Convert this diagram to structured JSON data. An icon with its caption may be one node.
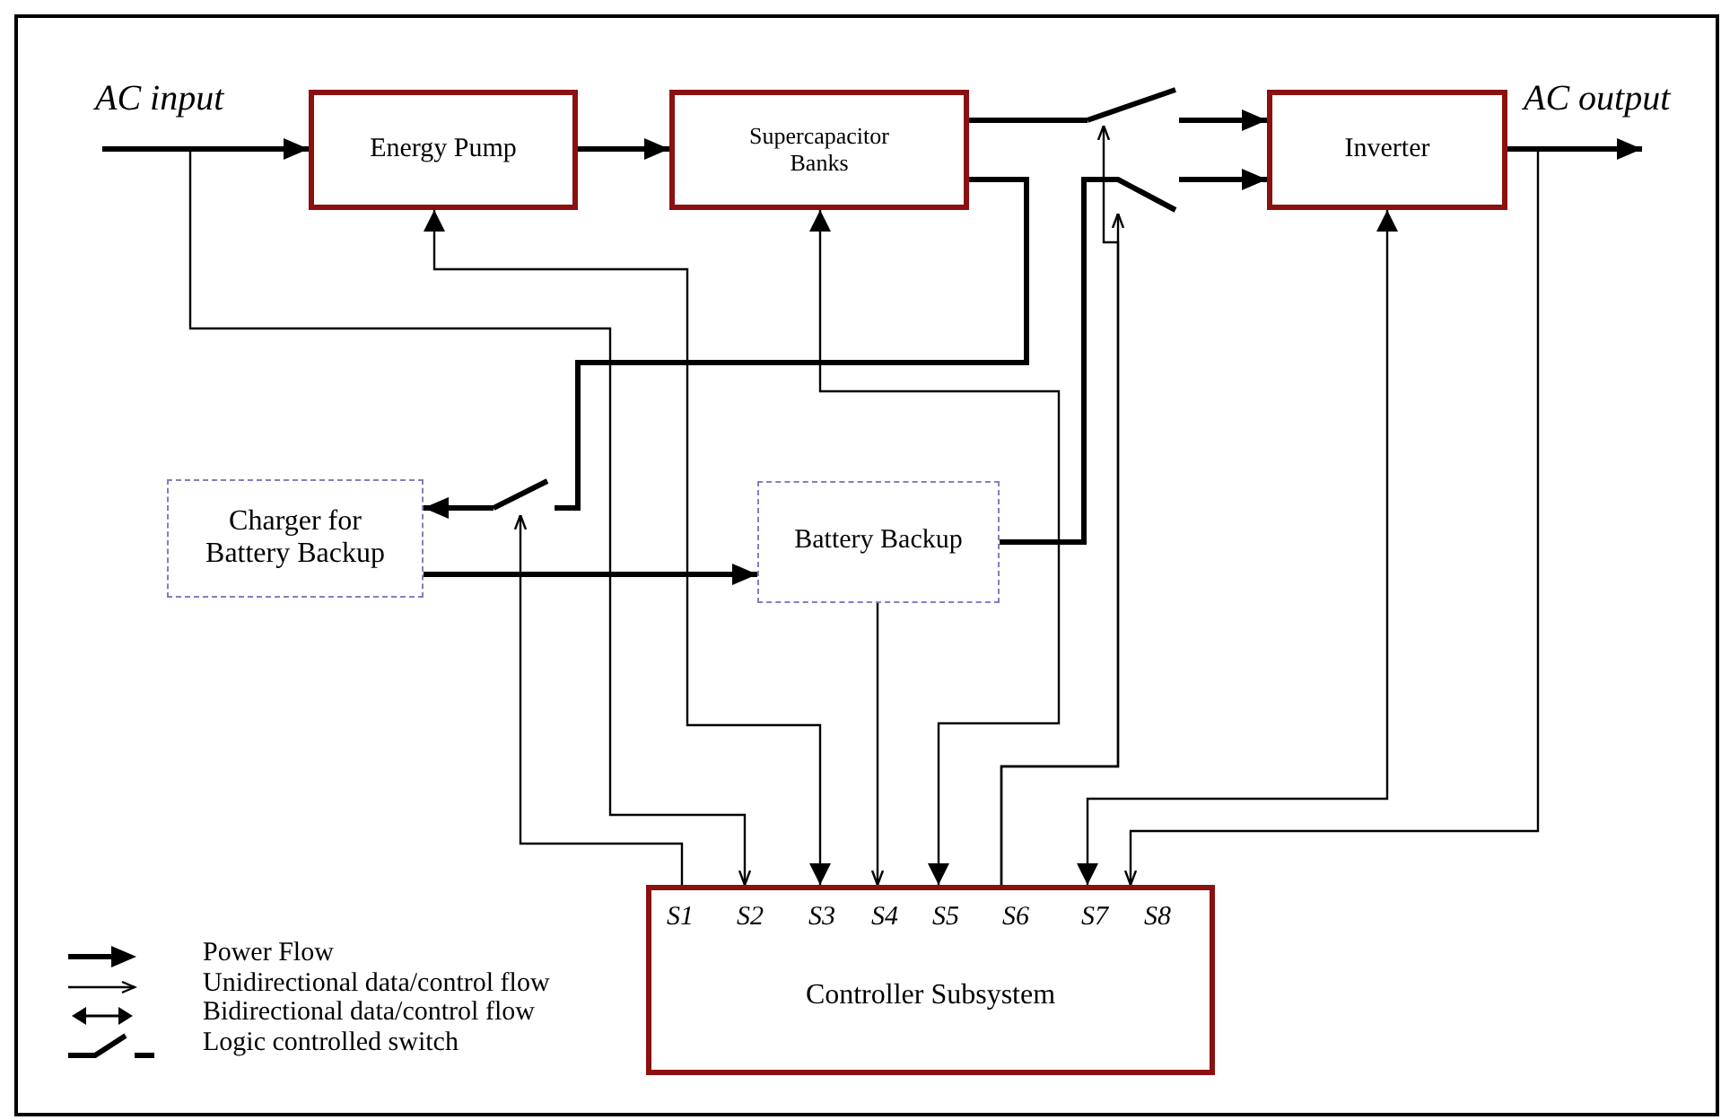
{
  "diagram": {
    "nodes": [
      {
        "text": [
          "Energy Pump"
        ]
      },
      {
        "text": [
          "Supercapacitor Banks"
        ]
      },
      {
        "text": [
          "Inverter"
        ]
      },
      {
        "text": [
          "Charger for Battery Backup"
        ]
      },
      {
        "text": [
          "Battery Backup"
        ]
      },
      {
        "text": [
          "S1",
          "S2",
          "S3",
          "S4",
          "S5",
          "S6",
          "S7",
          "S8",
          "Controller Subsystem"
        ]
      },
      {
        "text": [],
        "shape": "switch"
      },
      {
        "text": [],
        "shape": "switch"
      },
      {
        "text": [],
        "shape": "switch"
      },
      {
        "text": [
          "AC input"
        ]
      },
      {
        "text": [
          "AC output"
        ]
      }
    ],
    "edges": [
      {
        "from": 9,
        "to": 0,
        "arrow": "to"
      },
      {
        "from": 0,
        "to": 1,
        "arrow": "to"
      },
      {
        "from": 1,
        "to": 6,
        "arrow": "none"
      },
      {
        "from": 6,
        "to": 2,
        "arrow": "to"
      },
      {
        "from": 7,
        "to": 2,
        "arrow": "to"
      },
      {
        "from": 2,
        "to": 10,
        "arrow": "to"
      },
      {
        "from": 1,
        "to": 8,
        "arrow": "none"
      },
      {
        "from": 8,
        "to": 3,
        "arrow": "to"
      },
      {
        "from": 3,
        "to": 4,
        "arrow": "to"
      },
      {
        "from": 4,
        "to": 7,
        "arrow": "none"
      },
      {
        "from": 9,
        "to": 5,
        "arrow": "to"
      },
      {
        "from": 0,
        "to": 5,
        "arrow": "both"
      },
      {
        "from": 1,
        "to": 5,
        "arrow": "both"
      },
      {
        "from": 4,
        "to": 5,
        "arrow": "to"
      },
      {
        "from": 5,
        "to": 6,
        "arrow": "to"
      },
      {
        "from": 5,
        "to": 7,
        "arrow": "to"
      },
      {
        "from": 2,
        "to": 5,
        "arrow": "both"
      },
      {
        "from": 2,
        "to": 5,
        "arrow": "to"
      },
      {
        "from": 5,
        "to": 8,
        "arrow": "to"
      }
    ],
    "legend": [
      {
        "text": "Power Flow"
      },
      {
        "text": "Unidirectional data/control flow"
      },
      {
        "text": "Bidirectional data/control flow"
      },
      {
        "text": "Logic controlled switch"
      }
    ]
  }
}
